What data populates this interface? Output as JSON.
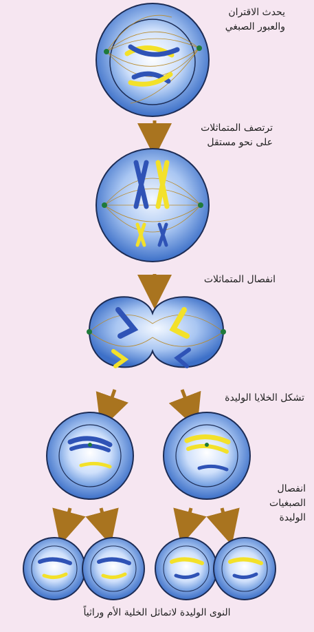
{
  "labels": {
    "step1_line1": "يحدث الاقتران",
    "step1_line2": "والعبور الصبغي",
    "step2_line1": "ترتصف المتماثلات",
    "step2_line2": "على نحو مستقل",
    "step3": "انفصال المتماثلات",
    "step4": "تشكل الخلايا الوليدة",
    "step5_line1": "انفصال",
    "step5_line2": "الصبغيات",
    "step5_line3": "الوليدة",
    "caption": "النوى الوليدة لاتماثل الخلية الأم وراثياً"
  },
  "colors": {
    "background": "#f6e6f1",
    "cell_blue": "#5b8ed8",
    "cell_light": "#e6f0ff",
    "chromosome_blue": "#2f53b6",
    "chromosome_yellow": "#f3e12a",
    "centromere": "#1f7a3a",
    "spindle": "#b88a2a",
    "arrow": "#a9741f"
  }
}
